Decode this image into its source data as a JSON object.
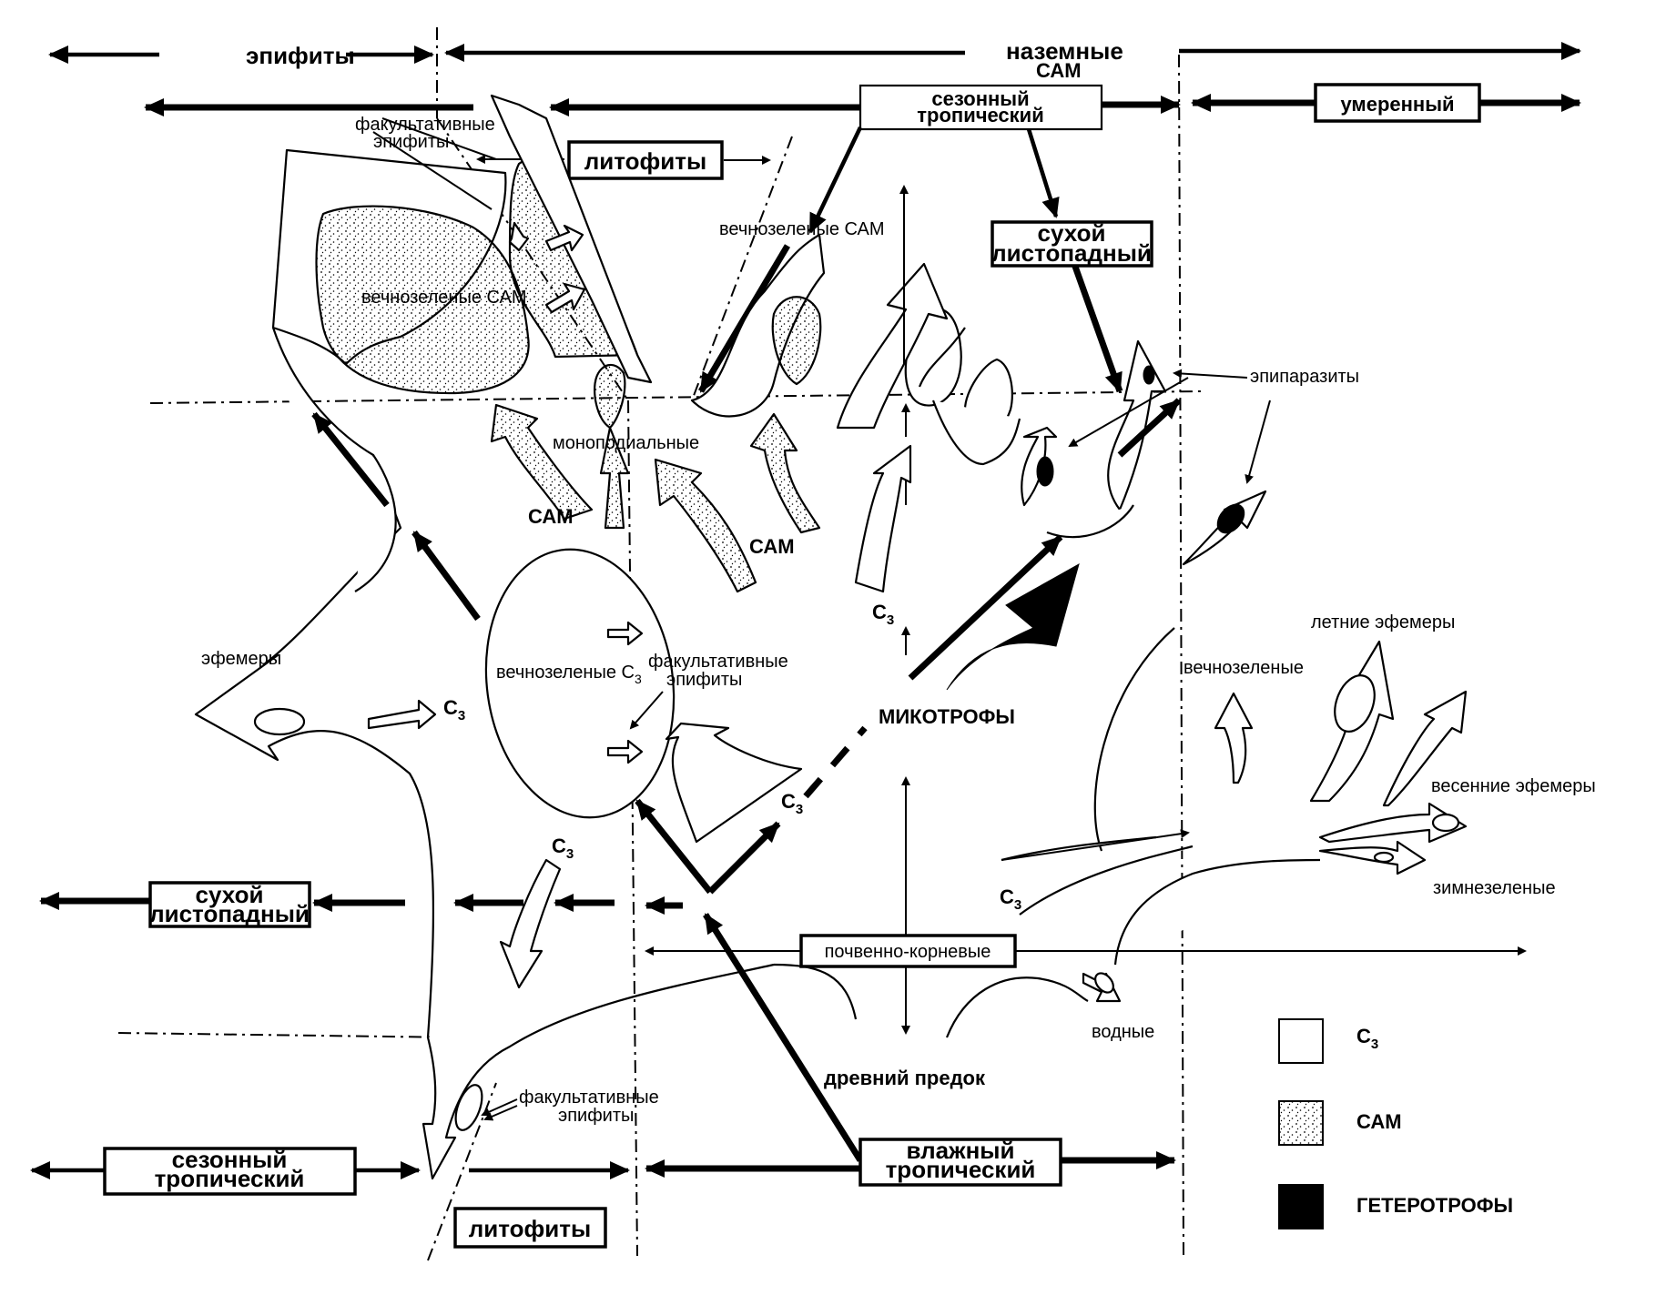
{
  "header": {
    "epiphytes": "эпифиты",
    "terrestrial": "наземные",
    "cam_small": "САМ"
  },
  "boxes": {
    "seasonal_tropical_top": [
      "сезонный",
      "тропический"
    ],
    "temperate": "умеренный",
    "lithophytes_top": "литофиты",
    "dry_deciduous_right": [
      "сухой",
      "листопадный"
    ],
    "dry_deciduous_left": [
      "сухой",
      "листопадный"
    ],
    "soil_root": "почвенно-корневые",
    "seasonal_tropical_bottom": [
      "сезонный",
      "тропический"
    ],
    "wet_tropical": [
      "влажный",
      "тропический"
    ],
    "lithophytes_bottom": "литофиты"
  },
  "labels": {
    "facultative_epiphytes_top": [
      "факультативные",
      "эпифиты"
    ],
    "evergreen_cam_left": "вечнозеленые САМ",
    "evergreen_cam_mid": "вечнозеленые САМ",
    "monopodial": "моноподиальные",
    "cam_a": "САМ",
    "cam_b": "САМ",
    "epiparasites": "эпипаразиты",
    "ephemerals": "эфемеры",
    "evergreen_c3": "вечнозеленые С",
    "c3_sub": "3",
    "facultative_epiphytes_mid": [
      "факультативные",
      "эпифиты"
    ],
    "mycotrophs": "МИКОТРОФЫ",
    "summer_ephemerals": "летние эфемеры",
    "evergreen_right": "вечнозеленые",
    "spring_ephemerals": "весенние эфемеры",
    "winter_green": "зимнезеленые",
    "c": "С",
    "aquatic": "водные",
    "ancient_ancestor": "древний предок",
    "facultative_epiphytes_bottom": [
      "факультативные",
      "эпифиты"
    ]
  },
  "legend": [
    {
      "swatch": "white",
      "label": "С",
      "sub": "3"
    },
    {
      "swatch": "stipple",
      "label": "САМ"
    },
    {
      "swatch": "black",
      "label": "ГЕТЕРОТРОФЫ"
    }
  ]
}
